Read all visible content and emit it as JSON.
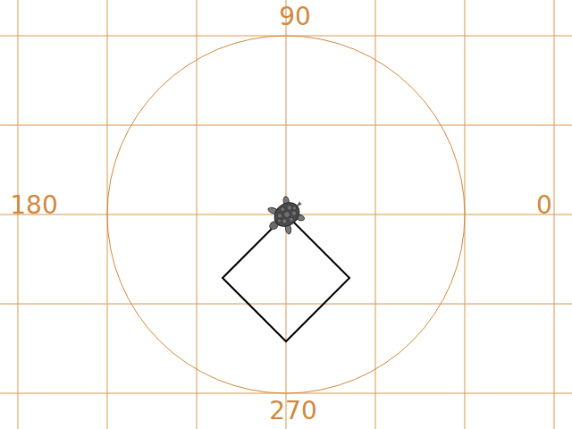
{
  "diagram": {
    "labels": [
      "90",
      "0",
      "180",
      "270"
    ]
  }
}
